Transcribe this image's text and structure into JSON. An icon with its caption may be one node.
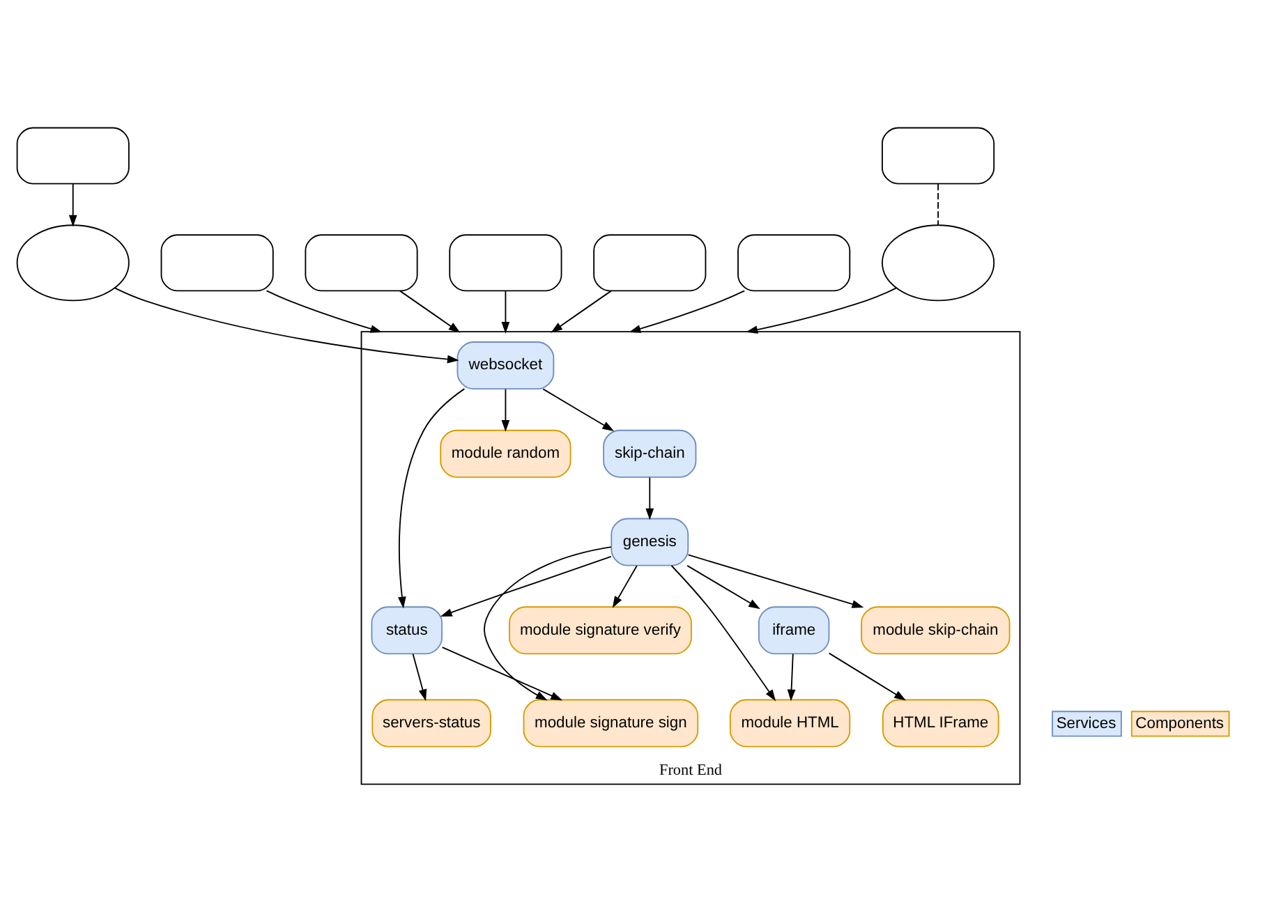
{
  "diagram": {
    "nodes": [
      {
        "text": [],
        "shape": "box"
      },
      {
        "text": [],
        "shape": "box"
      },
      {
        "text": [],
        "shape": "box"
      },
      {
        "text": [],
        "shape": "box"
      },
      {
        "text": [],
        "shape": "box"
      },
      {
        "text": [],
        "shape": "box"
      },
      {
        "text": [],
        "shape": "box"
      },
      {
        "text": [],
        "shape": "ellipse"
      },
      {
        "text": [],
        "shape": "ellipse"
      },
      {
        "text": [
          "Front End"
        ]
      },
      {
        "text": [
          "websocket"
        ],
        "in": 9
      },
      {
        "text": [
          "status"
        ],
        "in": 9
      },
      {
        "text": [
          "module random"
        ],
        "in": 9
      },
      {
        "text": [
          "servers-status"
        ],
        "in": 9
      },
      {
        "text": [
          "skip-chain"
        ],
        "in": 9
      },
      {
        "text": [
          "module signature sign"
        ],
        "in": 9
      },
      {
        "text": [
          "module signature verify"
        ],
        "in": 9
      },
      {
        "text": [
          "genesis"
        ],
        "in": 9
      },
      {
        "text": [
          "module HTML"
        ],
        "in": 9
      },
      {
        "text": [
          "iframe"
        ],
        "in": 9
      },
      {
        "text": [
          "HTML IFrame"
        ],
        "in": 9
      },
      {
        "text": [
          "module skip-chain"
        ],
        "in": 9
      }
    ],
    "edges": [
      {
        "from": 0,
        "to": 7,
        "arrow": "to"
      },
      {
        "from": 1,
        "to": 8,
        "arrow": "none",
        "style": "dashed"
      },
      {
        "from": 8,
        "to": 9,
        "arrow": "to"
      },
      {
        "from": 2,
        "to": 9,
        "arrow": "to"
      },
      {
        "from": 3,
        "to": 9,
        "arrow": "to"
      },
      {
        "from": 4,
        "to": 9,
        "arrow": "to"
      },
      {
        "from": 5,
        "to": 9,
        "arrow": "to"
      },
      {
        "from": 6,
        "to": 9,
        "arrow": "to"
      },
      {
        "from": 7,
        "to": 10,
        "arrow": "to"
      },
      {
        "from": 10,
        "to": 12,
        "arrow": "to"
      },
      {
        "from": 10,
        "to": 11,
        "arrow": "to"
      },
      {
        "from": 10,
        "to": 14,
        "arrow": "to"
      },
      {
        "from": 11,
        "to": 13,
        "arrow": "to"
      },
      {
        "from": 11,
        "to": 15,
        "arrow": "to"
      },
      {
        "from": 14,
        "to": 17,
        "arrow": "to"
      },
      {
        "from": 17,
        "to": 11,
        "arrow": "to"
      },
      {
        "from": 17,
        "to": 15,
        "arrow": "to"
      },
      {
        "from": 17,
        "to": 16,
        "arrow": "to"
      },
      {
        "from": 17,
        "to": 18,
        "arrow": "to"
      },
      {
        "from": 17,
        "to": 19,
        "arrow": "to"
      },
      {
        "from": 19,
        "to": 18,
        "arrow": "to"
      },
      {
        "from": 19,
        "to": 20,
        "arrow": "to"
      },
      {
        "from": 17,
        "to": 21,
        "arrow": "to"
      }
    ],
    "legend": [
      {
        "text": "Services",
        "color": "#dae8fc"
      },
      {
        "text": "Components",
        "color": "#ffe6cc"
      }
    ]
  }
}
